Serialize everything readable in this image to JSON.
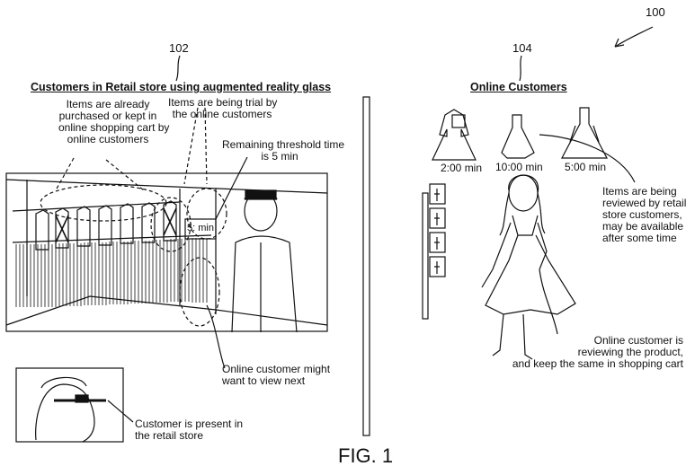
{
  "figure_number": "100",
  "caption": "FIG. 1",
  "left_panel": {
    "ref": "102",
    "title": "Customers in Retail store using augmented reality glass",
    "callout_purchased": [
      "Items are already",
      "purchased or kept in",
      "online shopping cart by",
      "online customers"
    ],
    "callout_trial": [
      "Items are being trial by",
      "the online customers"
    ],
    "callout_threshold": [
      "Remaining threshold time",
      "is 5 min"
    ],
    "timer_tag": "5: min",
    "callout_next": [
      "Online customer might",
      "want to view next"
    ],
    "callout_present": [
      "Customer is present in",
      "the retail store"
    ]
  },
  "right_panel": {
    "ref": "104",
    "title": "Online Customers",
    "times": [
      "2:00 min",
      "10:00 min",
      "5:00 min"
    ],
    "callout_reviewed": [
      "Items are being",
      "reviewed by retail",
      "store customers,",
      "may be available",
      "after some time"
    ],
    "callout_reviewing": [
      "Online customer is",
      "reviewing the product,",
      "and keep the same in shopping cart"
    ]
  }
}
